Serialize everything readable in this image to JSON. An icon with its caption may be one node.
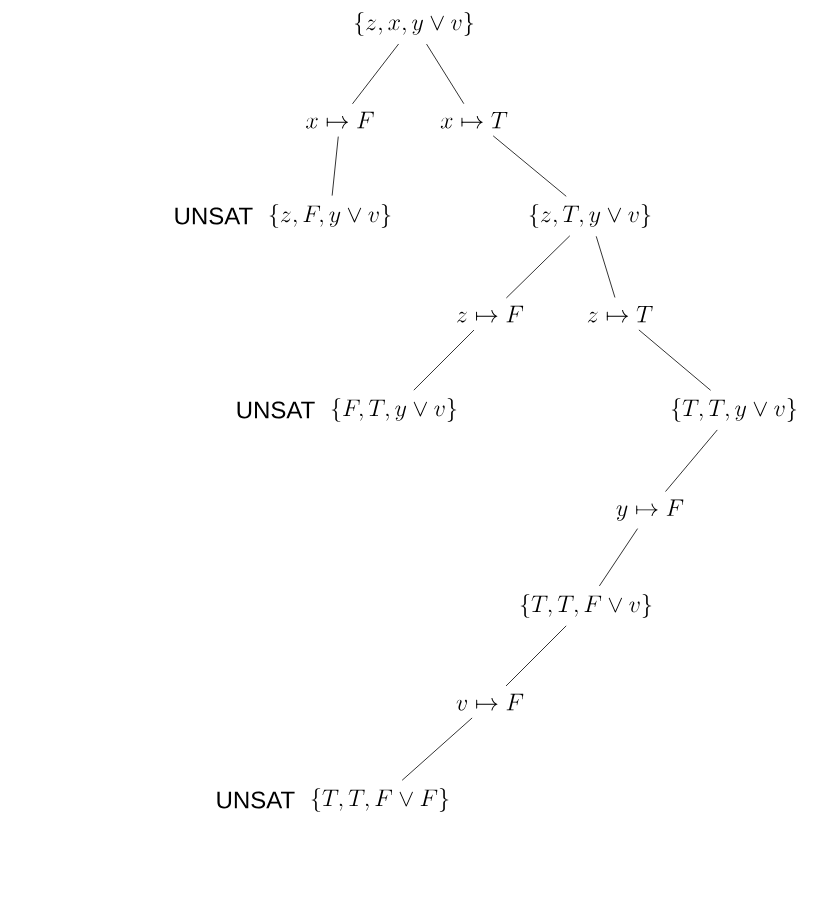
{
  "diagram": {
    "nodes": [
      {
        "text": [
          "\\{z, x, y \\vee v\\}"
        ]
      },
      {
        "text": [
          "x \\mapsto F"
        ]
      },
      {
        "text": [
          "x \\mapsto T"
        ]
      },
      {
        "text": [
          "\\{z, F, y \\vee v\\}"
        ],
        "beside": [
          "UNSAT"
        ]
      },
      {
        "text": [
          "\\{z, T, y \\vee v\\}"
        ]
      },
      {
        "text": [
          "z \\mapsto F"
        ]
      },
      {
        "text": [
          "z \\mapsto T"
        ]
      },
      {
        "text": [
          "\\{F, T, y \\vee v\\}"
        ],
        "beside": [
          "UNSAT"
        ]
      },
      {
        "text": [
          "\\{T, T, y \\vee v\\}"
        ]
      },
      {
        "text": [
          "y \\mapsto F"
        ]
      },
      {
        "text": [
          "\\{T, T, F \\vee v\\}"
        ]
      },
      {
        "text": [
          "v \\mapsto F"
        ]
      },
      {
        "text": [
          "\\{T, T, F \\vee F\\}"
        ],
        "beside": [
          "UNSAT"
        ]
      }
    ],
    "edges": [
      {
        "from": 0,
        "to": 1,
        "arrow": "none"
      },
      {
        "from": 0,
        "to": 2,
        "arrow": "none"
      },
      {
        "from": 1,
        "to": 3,
        "arrow": "none"
      },
      {
        "from": 2,
        "to": 4,
        "arrow": "none"
      },
      {
        "from": 4,
        "to": 5,
        "arrow": "none"
      },
      {
        "from": 4,
        "to": 6,
        "arrow": "none"
      },
      {
        "from": 5,
        "to": 7,
        "arrow": "none"
      },
      {
        "from": 6,
        "to": 8,
        "arrow": "none"
      },
      {
        "from": 8,
        "to": 9,
        "arrow": "none"
      },
      {
        "from": 9,
        "to": 10,
        "arrow": "none"
      },
      {
        "from": 10,
        "to": 11,
        "arrow": "none"
      },
      {
        "from": 11,
        "to": 12,
        "arrow": "none"
      }
    ]
  }
}
